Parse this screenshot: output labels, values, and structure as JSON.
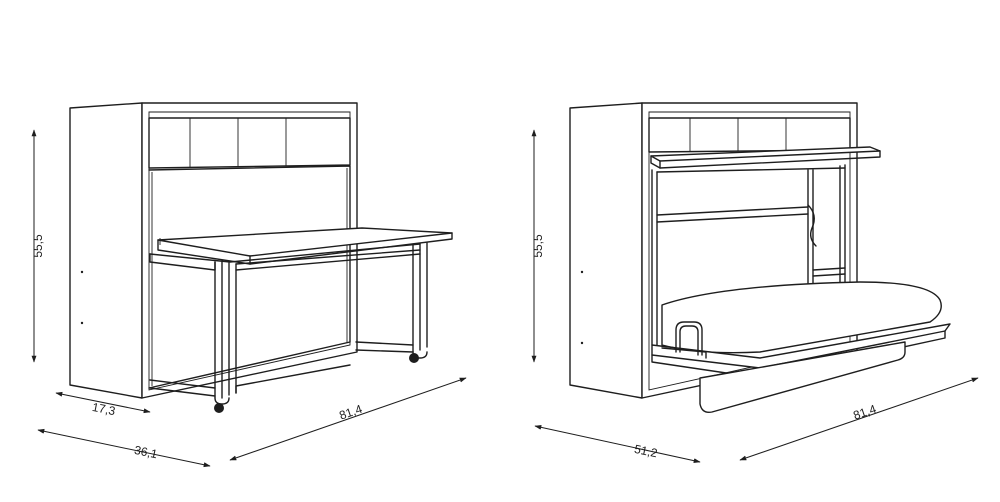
{
  "desk_view": {
    "height_label": "55,5",
    "depth_closed_label": "17,3",
    "depth_open_label": "36,1",
    "width_label": "81,4"
  },
  "bed_view": {
    "height_label": "55,5",
    "depth_open_label": "51,2",
    "width_label": "81,4"
  }
}
